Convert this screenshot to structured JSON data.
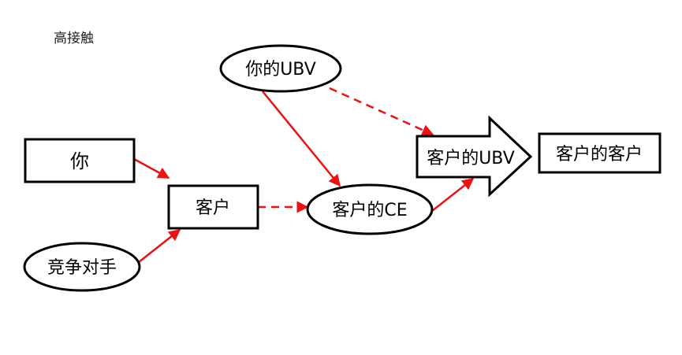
{
  "title": "高接触",
  "nodes": {
    "you": "你",
    "competitor": "竞争对手",
    "customer": "客户",
    "your_ubv": "你的UBV",
    "customer_ce": "客户的CE",
    "customer_ubv": "客户的UBV",
    "customers_customer": "客户的客户"
  },
  "colors": {
    "arrow": "#ee1111",
    "stroke": "#000000"
  }
}
